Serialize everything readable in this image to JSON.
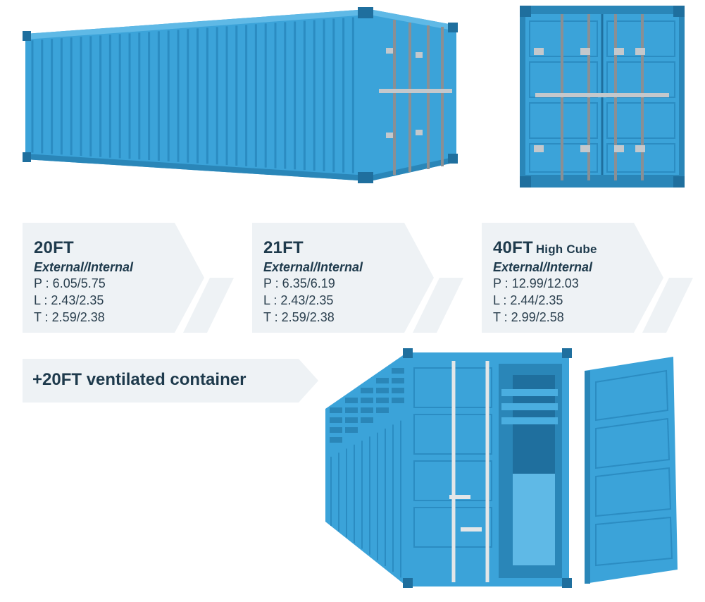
{
  "colors": {
    "container_blue": "#3ba3d9",
    "container_dark": "#1f6f9e",
    "card_bg": "#eef2f5",
    "text_dark": "#1e3a4c"
  },
  "illustrations": [
    {
      "name": "side-view-20ft-container"
    },
    {
      "name": "front-doors-view-container"
    },
    {
      "name": "ventilated-container-open-doors"
    }
  ],
  "cards": [
    {
      "title": "20FT",
      "suffix": "",
      "subtitle": "External/Internal",
      "lines": [
        "P : 6.05/5.75",
        "L : 2.43/2.35",
        "T : 2.59/2.38"
      ]
    },
    {
      "title": "21FT",
      "suffix": "",
      "subtitle": "External/Internal",
      "lines": [
        "P : 6.35/6.19",
        "L : 2.43/2.35",
        "T : 2.59/2.38"
      ]
    },
    {
      "title": "40FT",
      "suffix": "High Cube",
      "subtitle": "External/Internal",
      "lines": [
        "P : 12.99/12.03",
        "L : 2.44/2.35",
        "T : 2.99/2.58"
      ]
    }
  ],
  "banner": {
    "label": "+20FT ventilated container"
  }
}
